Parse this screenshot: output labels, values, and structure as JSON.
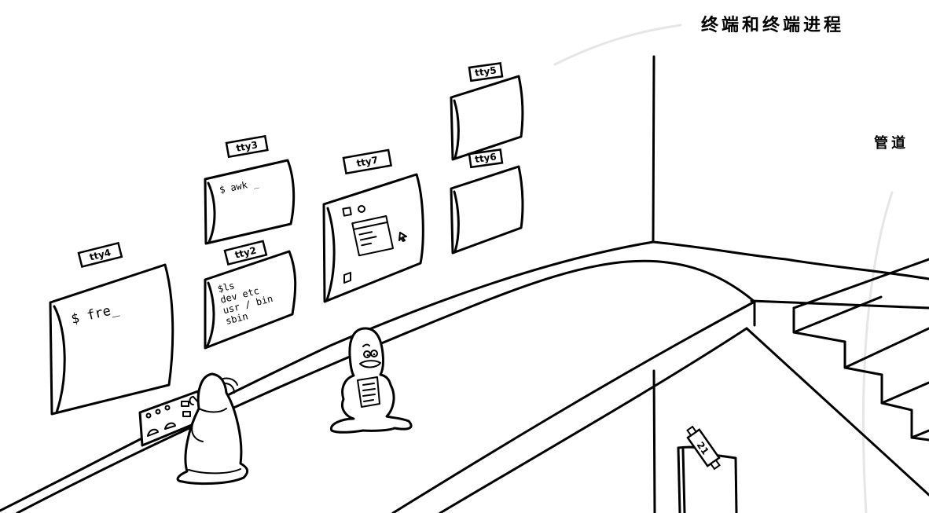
{
  "labels": {
    "title": "终端和终端进程",
    "pipe": "管道"
  },
  "terminals": [
    {
      "id": "tty4",
      "label": "tty4",
      "lines": [
        "$ fre_"
      ]
    },
    {
      "id": "tty3",
      "label": "tty3",
      "lines": [
        "$ awk _"
      ]
    },
    {
      "id": "tty2",
      "label": "tty2",
      "lines": [
        "$ls",
        "dev etc",
        "usr / bin",
        "sbin"
      ]
    },
    {
      "id": "tty7",
      "label": "tty7",
      "lines": []
    },
    {
      "id": "tty5",
      "label": "tty5",
      "lines": []
    },
    {
      "id": "tty6",
      "label": "tty6",
      "lines": []
    }
  ],
  "door": {
    "number": "21"
  },
  "colors": {
    "ink": "#000000",
    "background": "#ffffff",
    "guide": "#e6e6e6"
  }
}
